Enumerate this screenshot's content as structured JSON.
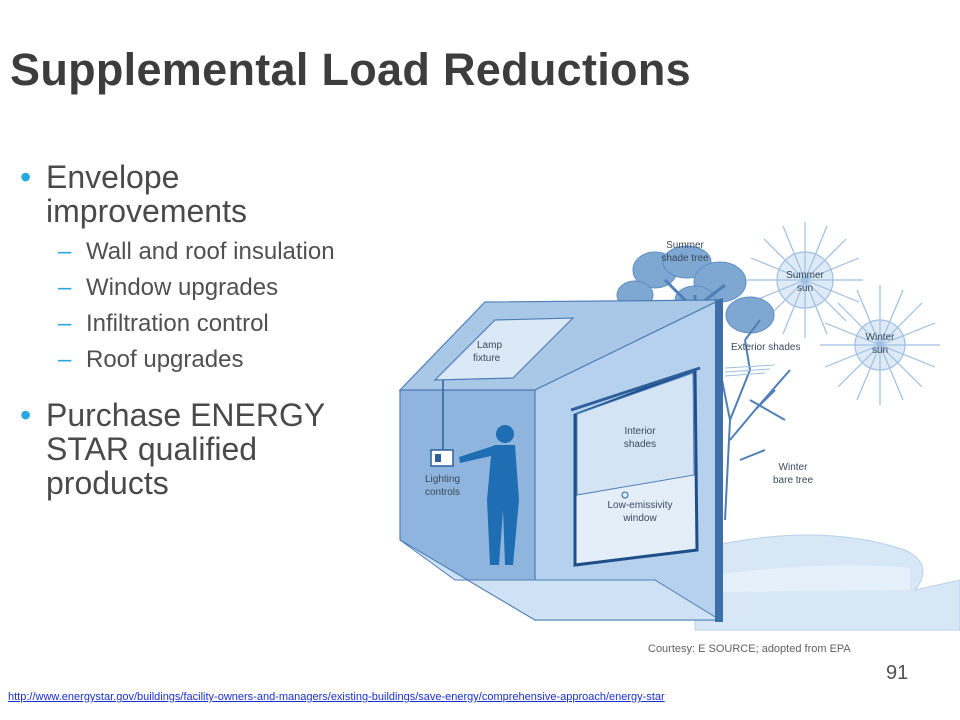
{
  "slide": {
    "title": "Supplemental Load Reductions",
    "bullets": [
      {
        "text": "Envelope improvements",
        "line1": "Envelope",
        "line2": "improvements",
        "sub": [
          "Wall and roof insulation",
          "Window upgrades",
          "Infiltration control",
          "Roof upgrades"
        ]
      },
      {
        "text": "Purchase ENERGY STAR qualified products",
        "line1": "Purchase ENERGY",
        "line2": "STAR qualified",
        "line3": "products"
      }
    ],
    "figure": {
      "labels": {
        "summer_shade_tree_1": "Summer",
        "summer_shade_tree_2": "shade tree",
        "summer_sun_1": "Summer",
        "summer_sun_2": "sun",
        "winter_sun_1": "Winter",
        "winter_sun_2": "sun",
        "lamp_fixture_1": "Lamp",
        "lamp_fixture_2": "fixture",
        "exterior_shades": "Exterior shades",
        "interior_shades_1": "Interior",
        "interior_shades_2": "shades",
        "lighting_controls_1": "Lighting",
        "lighting_controls_2": "controls",
        "winter_bare_tree_1": "Winter",
        "winter_bare_tree_2": "bare tree",
        "low_e_window_1": "Low-emissivity",
        "low_e_window_2": "window"
      },
      "colors": {
        "wall_light": "#a9c8e8",
        "wall_mid": "#8fb5df",
        "wall_dark": "#6d9ed6",
        "person": "#1f6db3",
        "sky": "#d7e7f6",
        "tree": "#7ea7d1"
      }
    },
    "courtesy": "Courtesy: E SOURCE; adopted from EPA",
    "page_number": "91",
    "link_url": "http://www.energystar.gov/buildings/facility-owners-and-managers/existing-buildings/save-energy/comprehensive-approach/energy-star"
  }
}
